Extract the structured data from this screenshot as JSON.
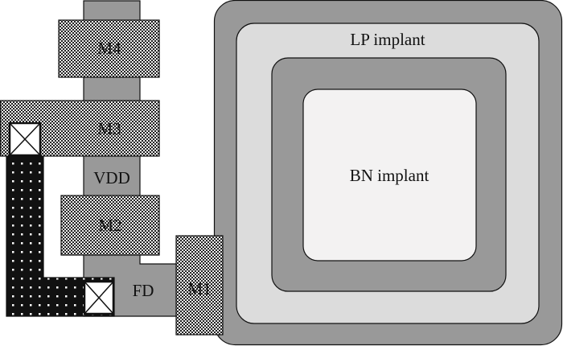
{
  "labels": {
    "m4": "M4",
    "m3": "M3",
    "m2": "M2",
    "m1": "M1",
    "vdd": "VDD",
    "fd": "FD",
    "lp_implant": "LP implant",
    "bn_implant": "BN implant"
  },
  "colors": {
    "diffusion_gray": "#999999",
    "lp_region": "#dcdcdc",
    "bn_region": "#f3f2f2",
    "metal_dark": "#1a1a1a",
    "outline": "#111111"
  }
}
